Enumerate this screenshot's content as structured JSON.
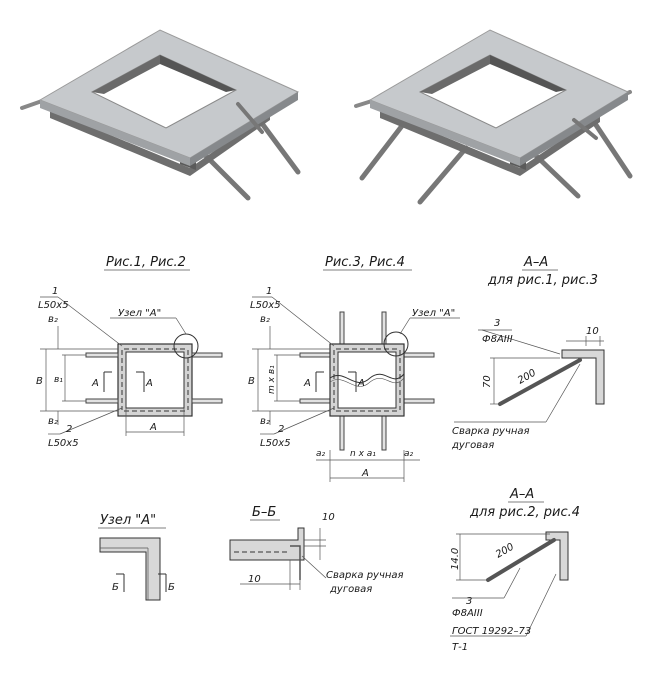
{
  "figures": {
    "fig12_title": "Рис.1, Рис.2",
    "fig34_title": "Рис.3, Рис.4",
    "section_aa_13_title": "А–А",
    "section_aa_13_sub": "для рис.1, рис.3",
    "node_a_title": "Узел \"А\"",
    "section_bb_title": "Б–Б",
    "section_aa_24_title": "А–А",
    "section_aa_24_sub": "для рис.2, рис.4"
  },
  "fig12": {
    "mark_1": "1",
    "angle_top": "L50x5",
    "dim_b2_top": "в₂",
    "node_label": "Узел \"А\"",
    "dim_b": "В",
    "dim_b1": "в₁",
    "section_a_left": "А",
    "section_a_right": "А",
    "dim_b2_bottom": "в₂",
    "mark_2": "2",
    "angle_bottom": "L50x5",
    "dim_a": "А"
  },
  "fig34": {
    "mark_1": "1",
    "angle_top": "L50x5",
    "dim_b2_top": "в₂",
    "node_label": "Узел \"А\"",
    "dim_b": "В",
    "dim_mxb1": "m x в₁",
    "section_a_left": "А",
    "section_a_right": "А",
    "dim_b2_bottom": "в₂",
    "mark_2": "2",
    "angle_bottom": "L50x5",
    "dim_a2_left": "а₂",
    "dim_nxa1": "n x а₁",
    "dim_a2_right": "а₂",
    "dim_a": "А"
  },
  "section_aa_13": {
    "mark_3": "3",
    "rebar": "Ф8АIII",
    "dim_10": "10",
    "dim_70": "70",
    "dim_200": "200",
    "weld_1": "Сварка ручная",
    "weld_2": "дуговая"
  },
  "node_a": {
    "cut_left": "Б",
    "cut_right": "Б"
  },
  "section_bb": {
    "dim_10_top": "10",
    "dim_10_bottom": "10",
    "weld_1": "Сварка ручная",
    "weld_2": "дуговая"
  },
  "section_aa_24": {
    "dim_140": "14.0",
    "dim_200": "200",
    "mark_3": "3",
    "rebar": "Ф8АIII",
    "gost": "ГОСТ 19292–73",
    "type": "Т-1"
  }
}
